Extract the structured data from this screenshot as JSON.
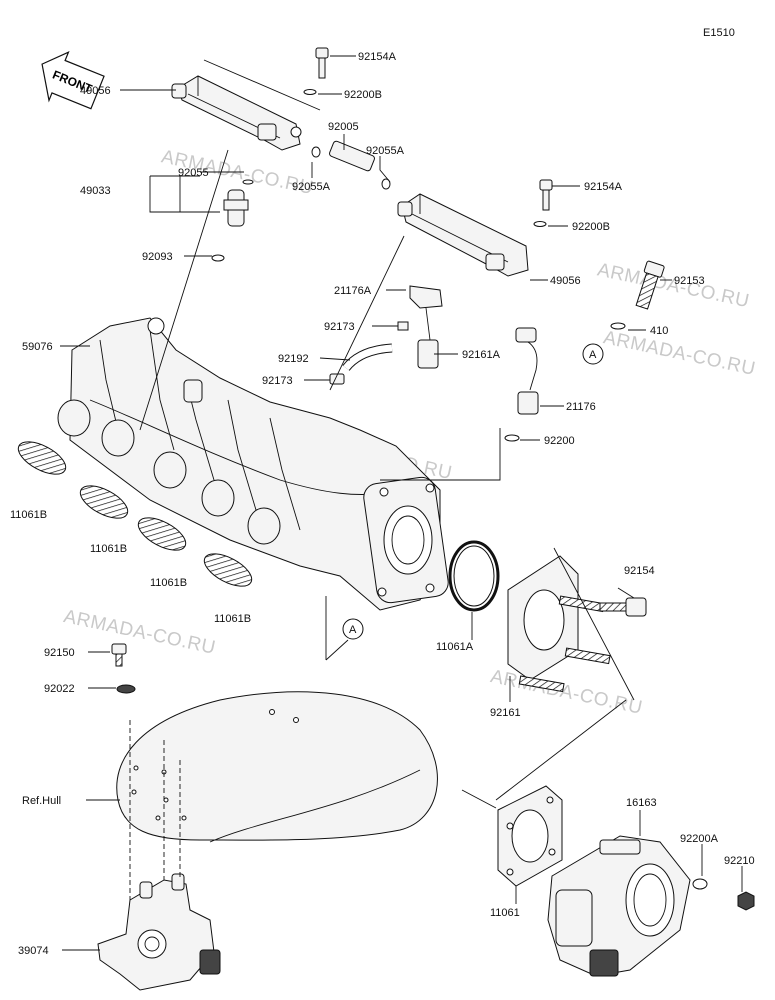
{
  "diagram_code": "E1510",
  "front_label": "FRONT",
  "watermark": "ARMADA-CO.RU",
  "callouts": {
    "ref_a": "A",
    "ref_a2": "A"
  },
  "parts": [
    {
      "id": "92154A"
    },
    {
      "id": "49056"
    },
    {
      "id": "92200B"
    },
    {
      "id": "92005"
    },
    {
      "id": "92055A"
    },
    {
      "id": "92055"
    },
    {
      "id": "92055A"
    },
    {
      "id": "49033"
    },
    {
      "id": "92154A"
    },
    {
      "id": "92200B"
    },
    {
      "id": "92093"
    },
    {
      "id": "49056"
    },
    {
      "id": "92153"
    },
    {
      "id": "21176A"
    },
    {
      "id": "410"
    },
    {
      "id": "92173"
    },
    {
      "id": "59076"
    },
    {
      "id": "92192"
    },
    {
      "id": "92161A"
    },
    {
      "id": "92173"
    },
    {
      "id": "21176"
    },
    {
      "id": "92200"
    },
    {
      "id": "11061B"
    },
    {
      "id": "11061B"
    },
    {
      "id": "92154"
    },
    {
      "id": "11061B"
    },
    {
      "id": "11061B"
    },
    {
      "id": "11061A"
    },
    {
      "id": "92150"
    },
    {
      "id": "92022"
    },
    {
      "id": "92161"
    },
    {
      "id": "Ref.Hull"
    },
    {
      "id": "16163"
    },
    {
      "id": "92200A"
    },
    {
      "id": "92210"
    },
    {
      "id": "11061"
    },
    {
      "id": "39074"
    }
  ]
}
